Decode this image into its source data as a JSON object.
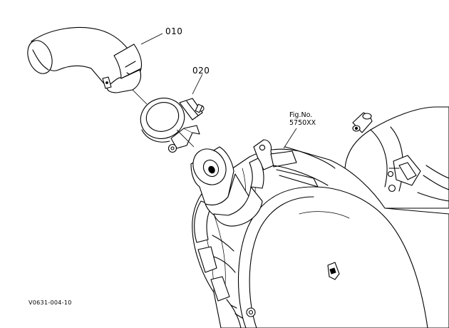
{
  "diagram": {
    "callouts": [
      {
        "id": "010",
        "label": "010"
      },
      {
        "id": "020",
        "label": "020"
      }
    ],
    "figure_reference": {
      "line1": "Fig.No.",
      "line2": "5750XX"
    },
    "drawing_code": "V0631-004-10"
  },
  "colors": {
    "line": "#000000",
    "background": "#ffffff"
  }
}
